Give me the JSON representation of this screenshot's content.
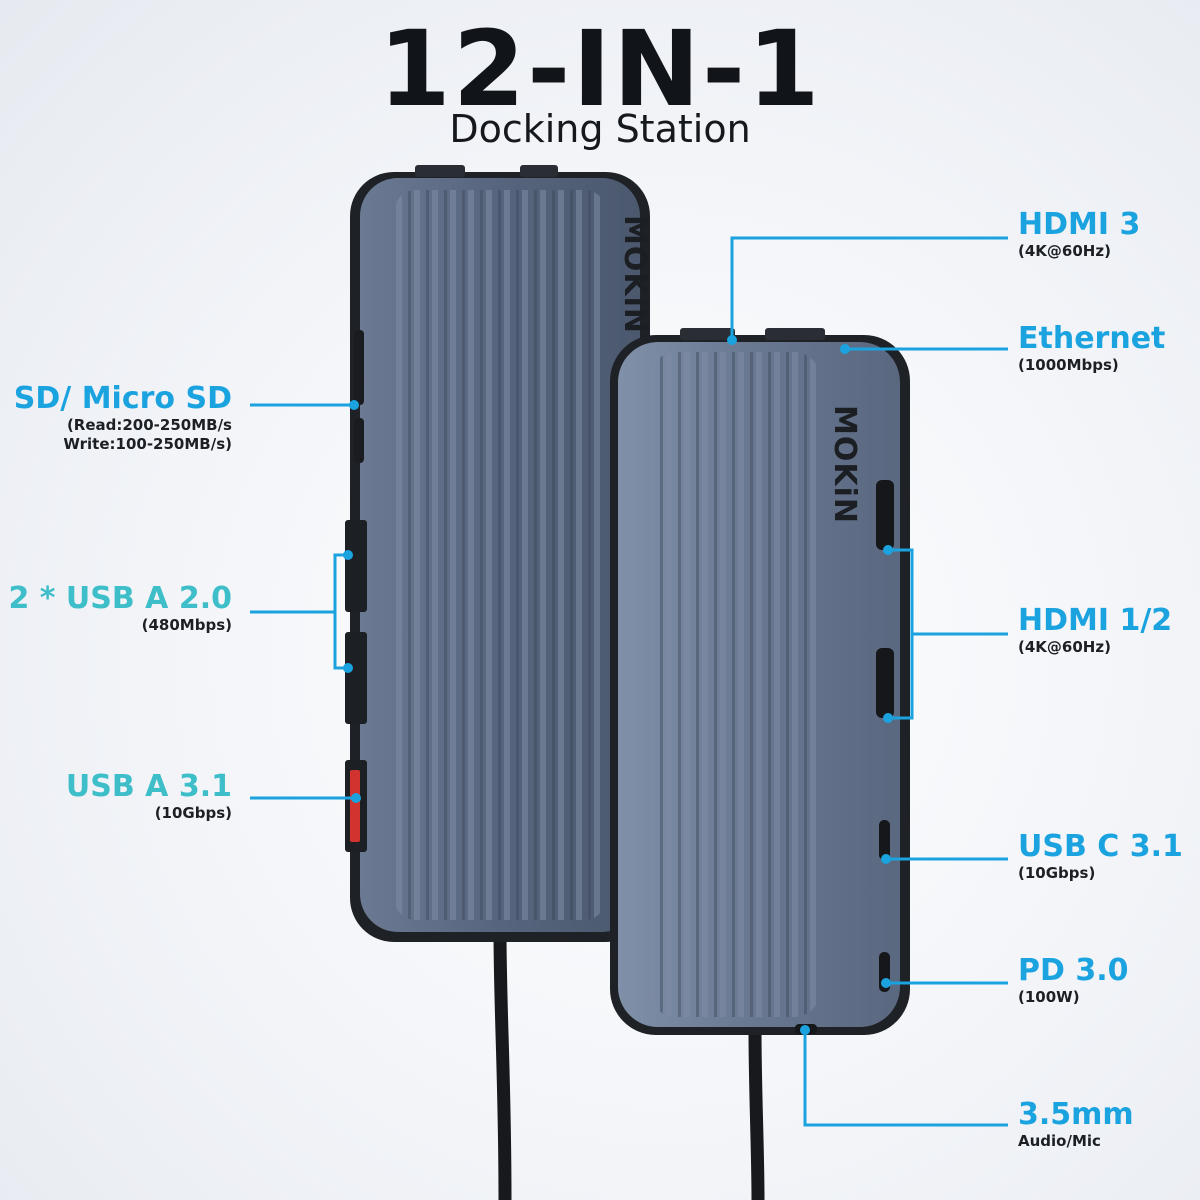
{
  "header": {
    "title": "12-IN-1",
    "subtitle": "Docking Station"
  },
  "brand": {
    "logo_text": "MOKiN"
  },
  "colors": {
    "accent": "#1ba3e0",
    "accent_teal": "#3dbec9",
    "device_body": "#5a6a83",
    "device_edge": "#1f2226",
    "text_dark": "#1c1f24"
  },
  "ports_left": [
    {
      "name": "SD/ Micro SD",
      "lines": [
        "(Read:200-250MB/s",
        "Write:100-250MB/s)"
      ]
    },
    {
      "name": "2 * USB A 2.0",
      "lines": [
        "(480Mbps)"
      ]
    },
    {
      "name": "USB A 3.1",
      "lines": [
        "(10Gbps)"
      ]
    }
  ],
  "ports_right": [
    {
      "name": "HDMI 3",
      "lines": [
        "(4K@60Hz)"
      ]
    },
    {
      "name": "Ethernet",
      "lines": [
        "(1000Mbps)"
      ]
    },
    {
      "name": "HDMI 1/2",
      "lines": [
        "(4K@60Hz)"
      ]
    },
    {
      "name": "USB C 3.1",
      "lines": [
        "(10Gbps)"
      ]
    },
    {
      "name": "PD 3.0",
      "lines": [
        "(100W)"
      ]
    },
    {
      "name": "3.5mm",
      "lines": [
        "Audio/Mic"
      ]
    }
  ]
}
